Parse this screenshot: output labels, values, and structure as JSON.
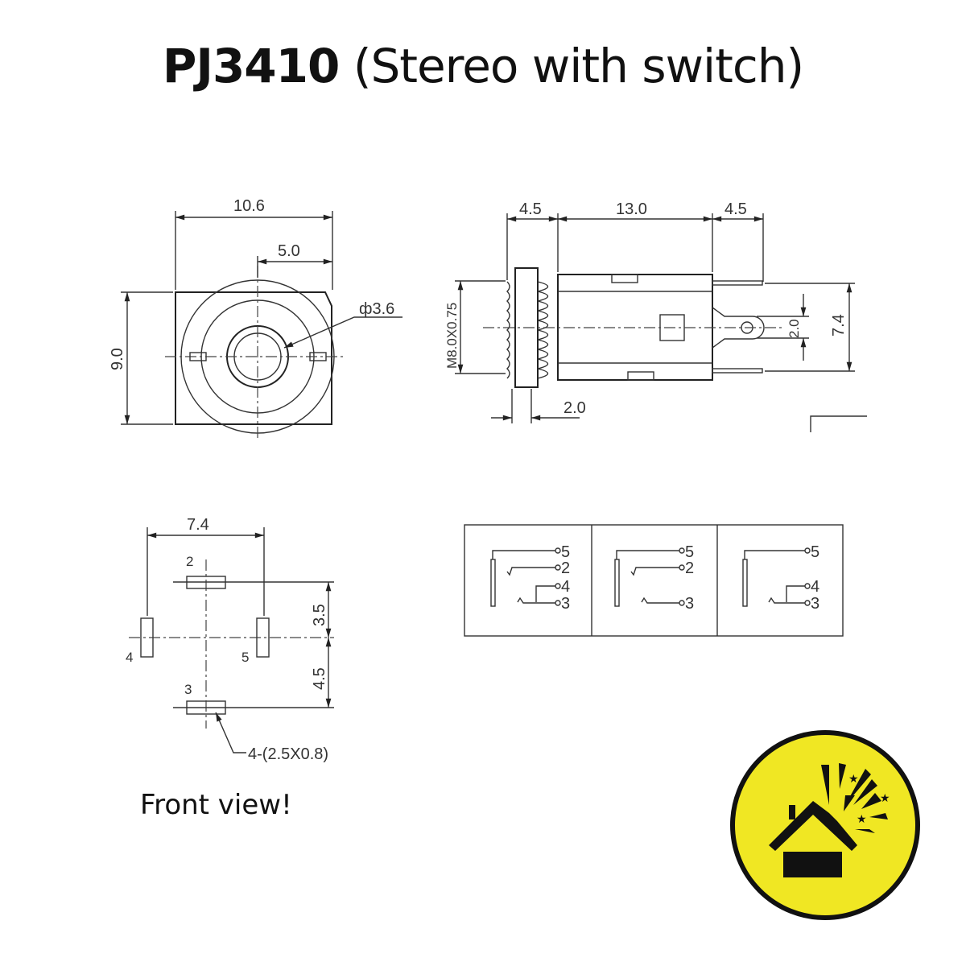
{
  "title": {
    "model": "PJ3410",
    "subtitle": "(Stereo with switch)"
  },
  "front_view": {
    "width": "10.6",
    "offset": "5.0",
    "height": "9.0",
    "hole_diameter": "ф3.6"
  },
  "side_view": {
    "front_length": "4.5",
    "body_length": "13.0",
    "pin_length": "4.5",
    "thread": "M8.0X0.75",
    "flange": "2.0",
    "pin_spacing": "2.0",
    "pin_span": "7.4"
  },
  "footprint": {
    "width": "7.4",
    "upper": "3.5",
    "lower": "4.5",
    "pins": [
      "2",
      "4",
      "5",
      "3"
    ],
    "pad_note": "4-(2.5X0.8)"
  },
  "schematic": {
    "panels": [
      {
        "pins": [
          "5",
          "2",
          "4",
          "3"
        ]
      },
      {
        "pins": [
          "5",
          "2",
          "3"
        ]
      },
      {
        "pins": [
          "5",
          "4",
          "3"
        ]
      }
    ]
  },
  "caption": "Front view!",
  "badge": {
    "icon": "house-explosion-icon",
    "color": "#f0e723"
  }
}
